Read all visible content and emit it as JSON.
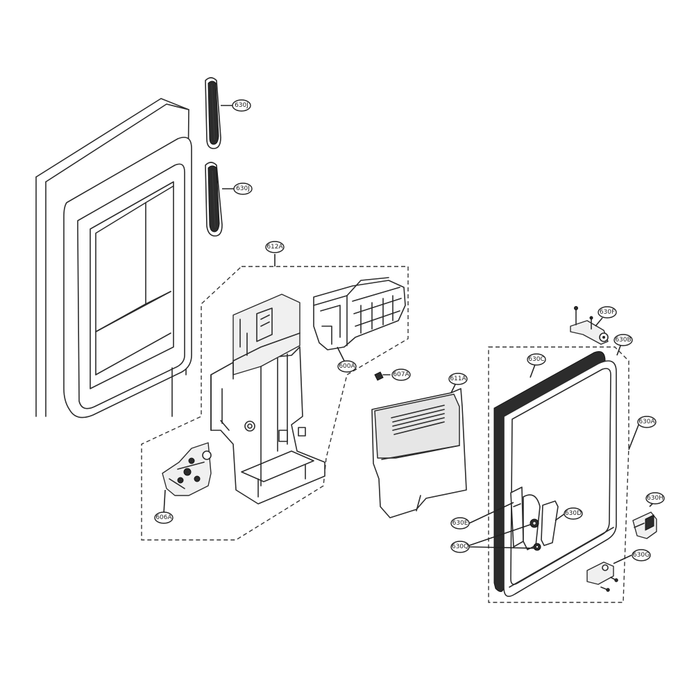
{
  "diagram": {
    "callouts": {
      "c630j_top": "630J",
      "c630j_mid": "630J",
      "c612a": "612A",
      "c600a": "600A",
      "c607a": "607A",
      "c611a": "611A",
      "c606a": "606A",
      "c630f": "630F",
      "c630b": "630B",
      "c630c": "630C",
      "c630a": "630A",
      "c630h": "630H",
      "c630d": "630D",
      "c630e": "630E",
      "c630q": "630Q",
      "c630g": "630G"
    }
  }
}
